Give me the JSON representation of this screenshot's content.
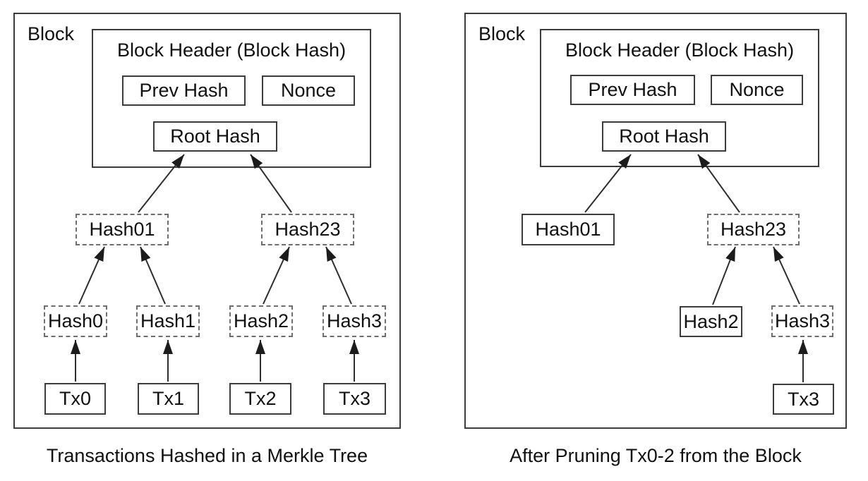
{
  "left": {
    "block_label": "Block",
    "header_title": "Block Header (Block Hash)",
    "prev_hash": "Prev Hash",
    "nonce": "Nonce",
    "root_hash": "Root Hash",
    "hash01": "Hash01",
    "hash23": "Hash23",
    "hash0": "Hash0",
    "hash1": "Hash1",
    "hash2": "Hash2",
    "hash3": "Hash3",
    "tx0": "Tx0",
    "tx1": "Tx1",
    "tx2": "Tx2",
    "tx3": "Tx3",
    "caption": "Transactions Hashed in a Merkle Tree"
  },
  "right": {
    "block_label": "Block",
    "header_title": "Block Header (Block Hash)",
    "prev_hash": "Prev Hash",
    "nonce": "Nonce",
    "root_hash": "Root Hash",
    "hash01": "Hash01",
    "hash23": "Hash23",
    "hash2": "Hash2",
    "hash3": "Hash3",
    "tx3": "Tx3",
    "caption": "After Pruning Tx0-2 from the Block"
  },
  "styles": {
    "line_color": "#2e2e2e",
    "solid_border_color": "#3c3c3c",
    "dashed_border_color": "#6e6e6e",
    "background": "#ffffff"
  }
}
